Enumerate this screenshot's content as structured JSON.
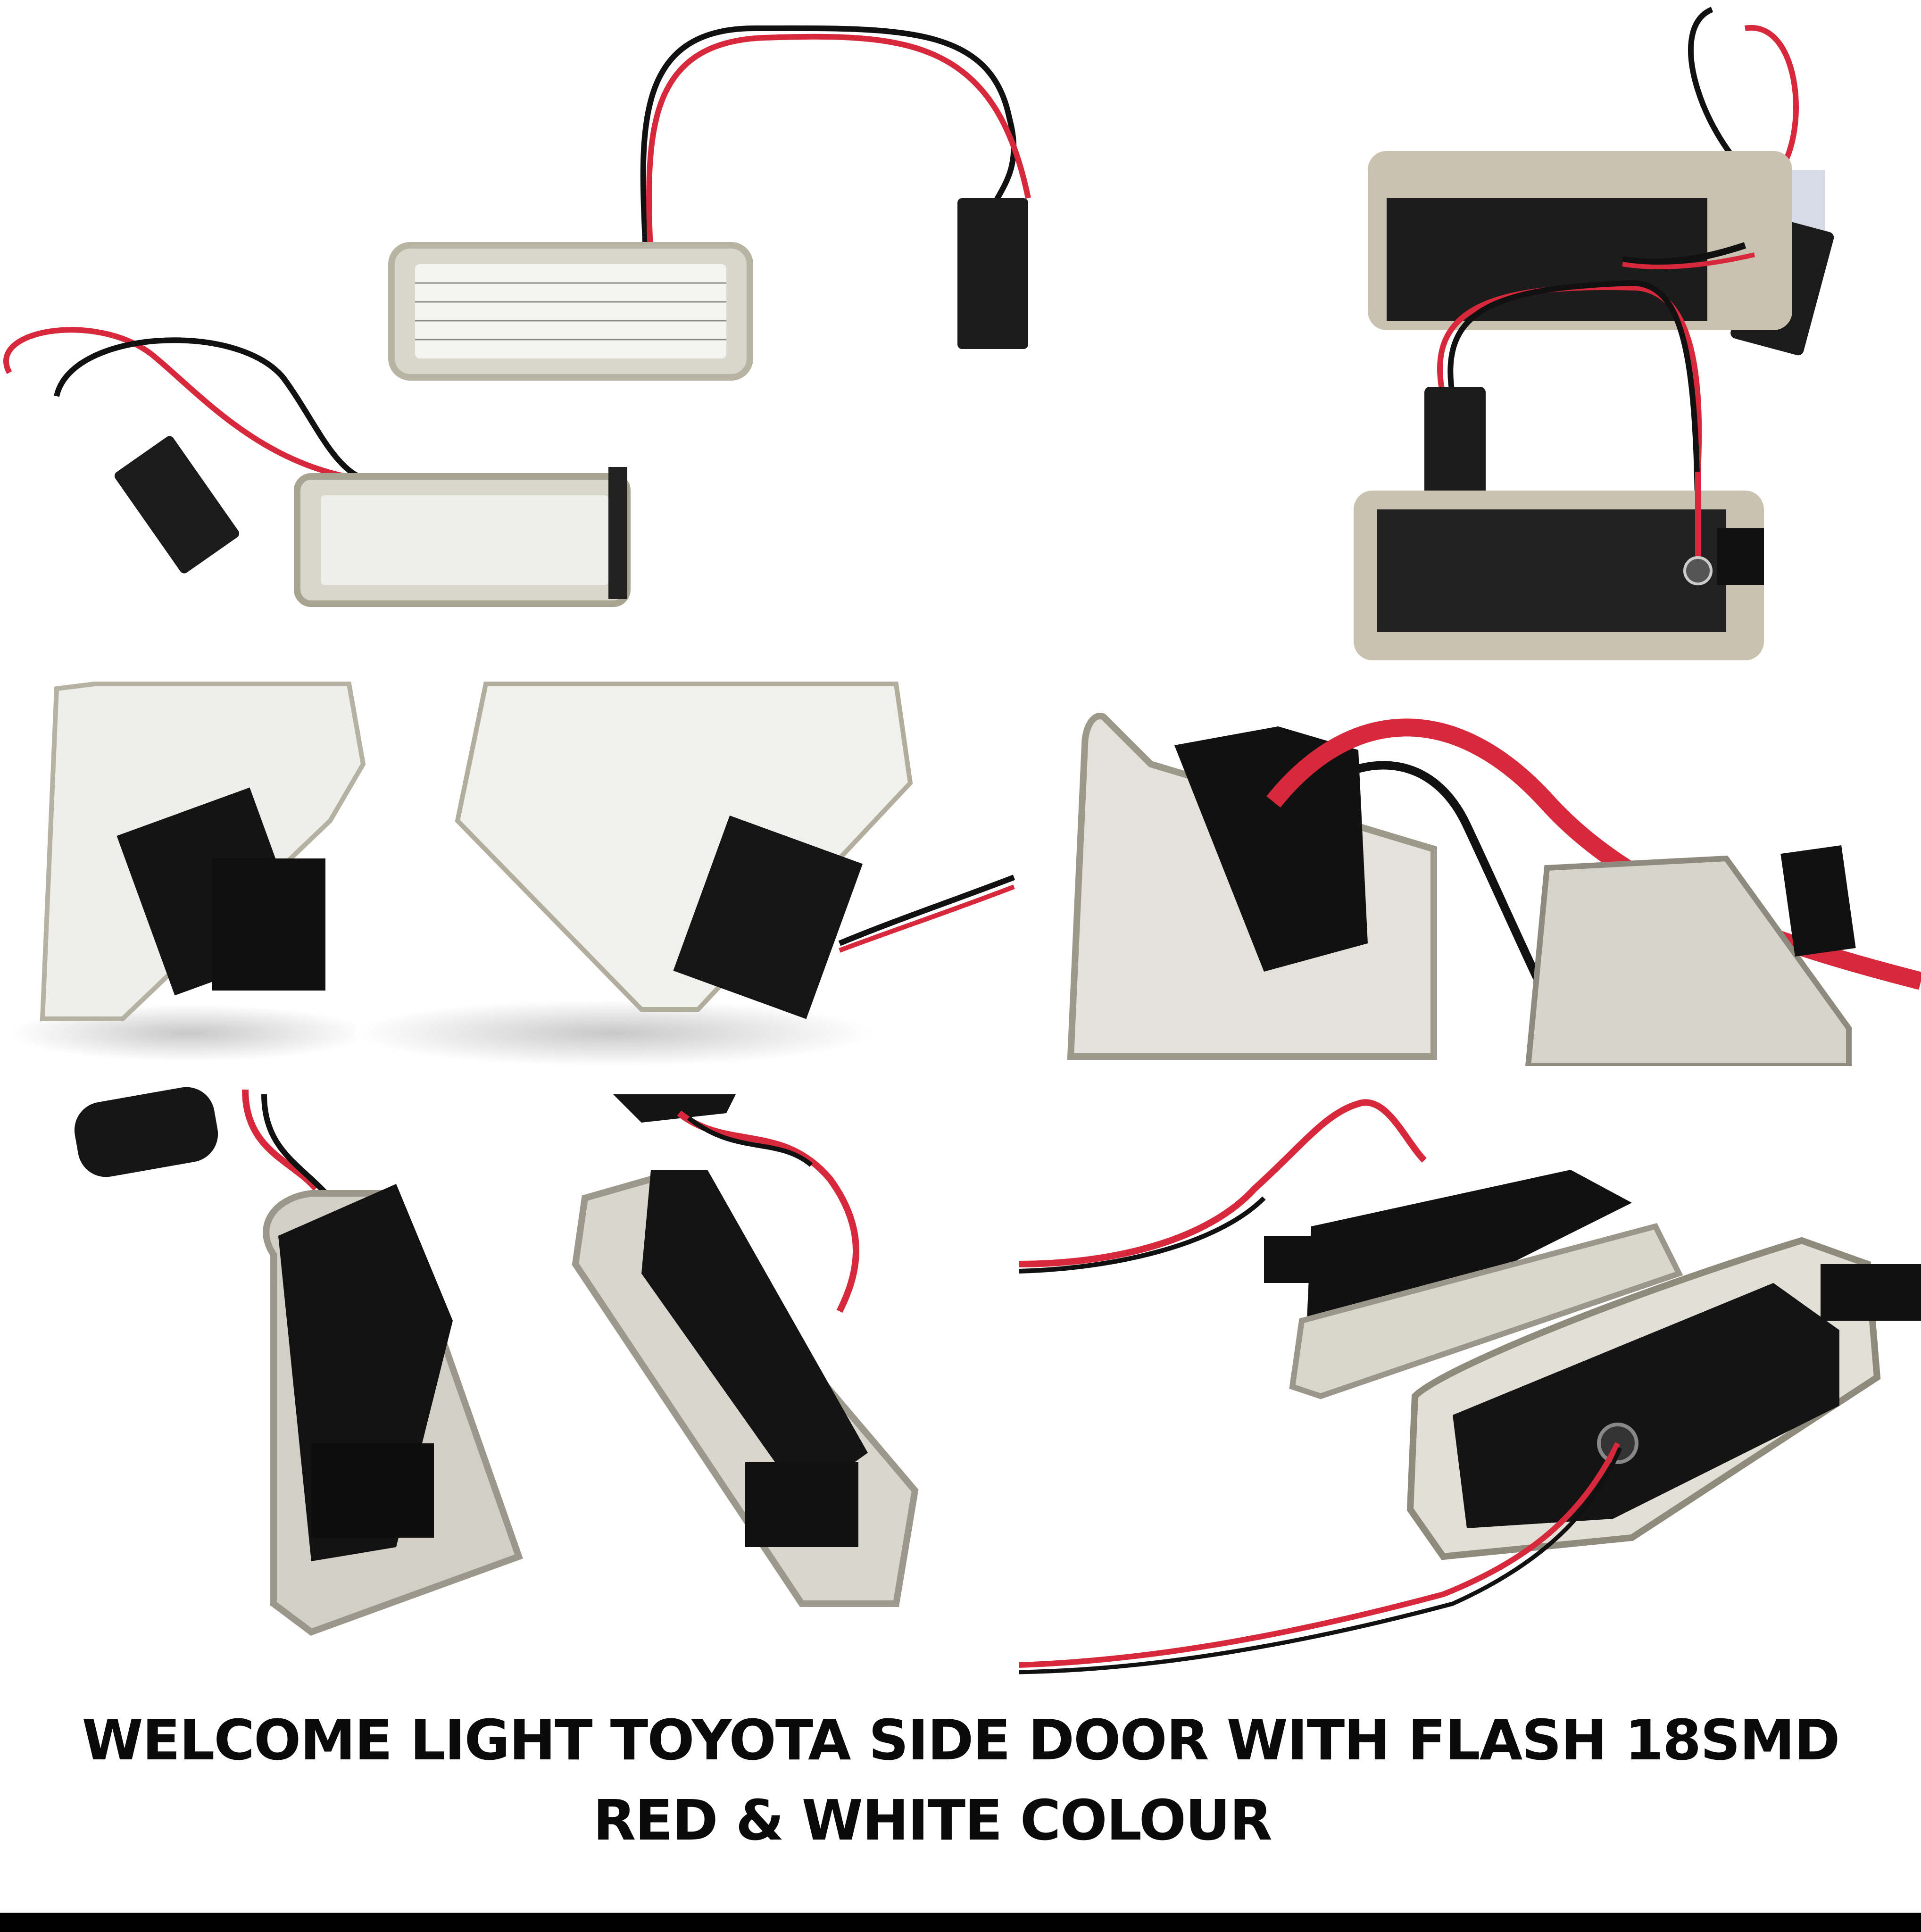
{
  "collage": {
    "panels": [
      {
        "id": "top-left",
        "description": "Two lit LED welcome lamps with red/black wire leads and connectors"
      },
      {
        "id": "top-right",
        "description": "Two lamps rear view showing black housing, wires and connectors"
      },
      {
        "id": "middle-left",
        "description": "Close-up of two lamp lenses with black mounting clips and red/black wire"
      },
      {
        "id": "middle-right",
        "description": "Close-up of lamp lens with black clip and red/black wire"
      },
      {
        "id": "bottom-left",
        "description": "Two lamps side angle with black connectors and red wire"
      },
      {
        "id": "bottom-right",
        "description": "Two lamps rear view with black housing and red/black wire"
      }
    ]
  },
  "caption": {
    "line1": "WELCOME LIGHT TOYOTA SIDE DOOR WITH FLASH 18SMD",
    "line2": "RED & WHITE COLOUR"
  },
  "colors": {
    "wire_red": "#d8283c",
    "wire_black": "#111111",
    "lens": "#e6e6e2",
    "housing": "#1a1a1a"
  }
}
